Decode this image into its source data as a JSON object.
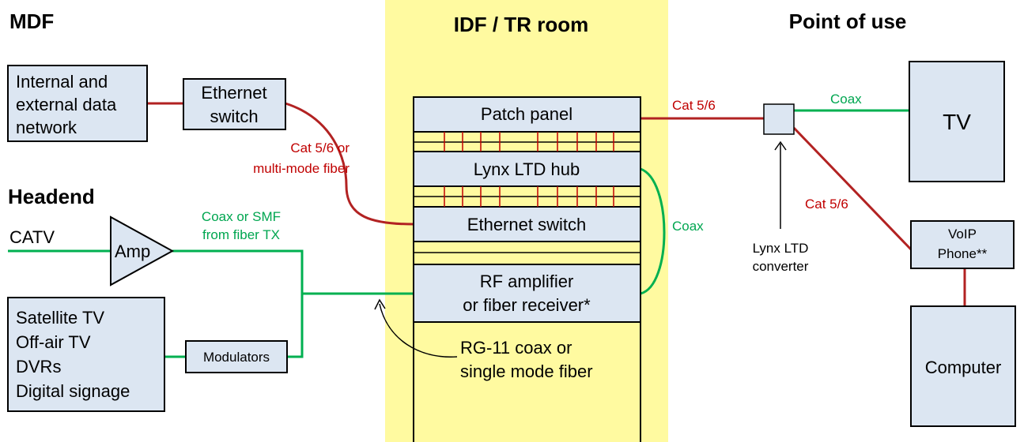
{
  "sections": {
    "mdf": "MDF",
    "idf": "IDF / TR room",
    "point_of_use": "Point of use",
    "headend": "Headend"
  },
  "mdf": {
    "data_network": [
      "Internal and",
      "external data",
      "network"
    ],
    "ethernet_switch": [
      "Ethernet",
      "switch"
    ]
  },
  "headend": {
    "catv": "CATV",
    "amp": "Amp",
    "sources": [
      "Satellite TV",
      "Off-air TV",
      "DVRs",
      "Digital signage"
    ],
    "modulators": "Modulators"
  },
  "rack": {
    "patch_panel": "Patch panel",
    "lynx_hub": "Lynx LTD hub",
    "ethernet_switch": "Ethernet switch",
    "rf_amplifier": [
      "RF amplifier",
      "or fiber receiver*"
    ]
  },
  "point_of_use": {
    "tv": "TV",
    "voip_phone": [
      "VoIP",
      "Phone**"
    ],
    "computer": "Computer",
    "converter": [
      "Lynx LTD",
      "converter"
    ]
  },
  "labels": {
    "cat_fiber": [
      "Cat 5/6 or",
      "multi-mode fiber"
    ],
    "coax_smf": [
      "Coax or SMF",
      "from fiber TX"
    ],
    "coax_rack": "Coax",
    "cat_patch": "Cat 5/6",
    "coax_tv": "Coax",
    "cat_voip": "Cat 5/6",
    "rg11": [
      "RG-11 coax or",
      "single mode fiber"
    ]
  },
  "colors": {
    "box_fill": "#dce6f2",
    "idf_band": "#fffaa0",
    "red_wire": "#b22222",
    "green_wire": "#00b050"
  }
}
